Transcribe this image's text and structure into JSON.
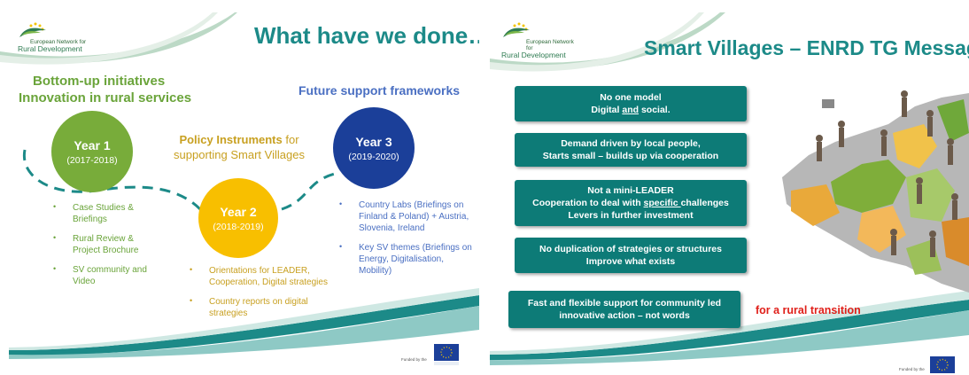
{
  "slide1": {
    "logo": {
      "line1": "European Network for",
      "line2": "Rural Development"
    },
    "title": "What have we done…",
    "left_heading": {
      "line1": "Bottom-up initiatives",
      "line2": "Innovation in rural services"
    },
    "right_heading": "Future support frameworks",
    "policy_label": {
      "bold": "Policy Instruments",
      "rest": " for",
      "line2": "supporting Smart Villages"
    },
    "year1": {
      "label": "Year 1",
      "dates": "(2017-2018)"
    },
    "year2": {
      "label": "Year 2",
      "dates": "(2018-2019)"
    },
    "year3": {
      "label": "Year 3",
      "dates": "(2019-2020)"
    },
    "year1_bullets": [
      "Case Studies & Briefings",
      "Rural Review & Project Brochure",
      "SV community and Video"
    ],
    "year2_bullets": [
      "Orientations for LEADER, Cooperation, Digital strategies",
      "Country reports on digital strategies"
    ],
    "year3_bullets": [
      "Country Labs (Briefings on Finland & Poland) + Austria, Slovenia, Ireland",
      "Key  SV themes (Briefings on Energy, Digitalisation, Mobility)"
    ],
    "funded_text": "Funded by the",
    "colors": {
      "year1": "#78ac3a",
      "year2": "#f8bf00",
      "year3": "#1b3f99",
      "teal": "#1c8a88"
    }
  },
  "slide2": {
    "logo": {
      "line1": "European Network for",
      "line2": "Rural Development"
    },
    "title": "Smart Villages – ENRD TG Messages",
    "messages": [
      {
        "line1": "No one model",
        "line2_pre": "Digital ",
        "line2_u": "and",
        "line2_post": " social."
      },
      {
        "line1": "Demand driven by local people,",
        "line2": "Starts small – builds up via cooperation"
      },
      {
        "line1": "Not a mini-LEADER",
        "line2_pre": "Cooperation to deal with ",
        "line2_u": "specific ",
        "line2_post": "challenges",
        "line3": "Levers in further investment"
      },
      {
        "line1": "No duplication of strategies or structures",
        "line2": "Improve what exists"
      },
      {
        "line1": "Fast and flexible support for community led",
        "line2": "innovative action – not words"
      }
    ],
    "tagline": "for a rural transition",
    "funded_text": "Funded by the",
    "colors": {
      "box": "#0d7b77",
      "tagline": "#e0201a"
    }
  }
}
